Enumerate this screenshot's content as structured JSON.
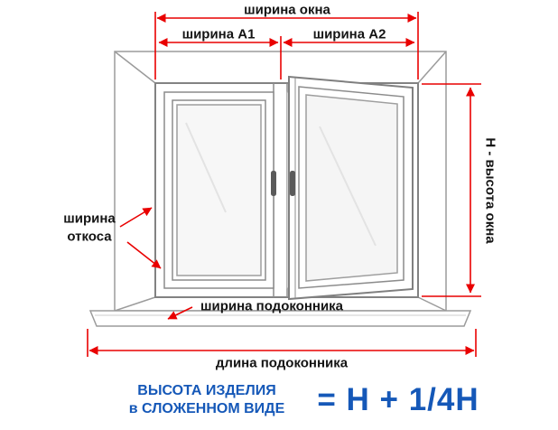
{
  "colors": {
    "dimension_red": "#e90000",
    "accent_blue": "#1558b8",
    "wall_line": "#9b9b9b",
    "frame_line": "#808080"
  },
  "labels": {
    "window_width": "ширина окна",
    "width_a1": "ширина А1",
    "width_a2": "ширина А2",
    "window_height": "Н - высота окна",
    "slope_width_line1": "ширина",
    "slope_width_line2": "откоса",
    "sill_width": "ширина подоконника",
    "sill_length": "длина подоконника"
  },
  "formula": {
    "caption_line1": "ВЫСОТА ИЗДЕЛИЯ",
    "caption_line2": "в СЛОЖЕННОМ ВИДЕ",
    "equation": "= Н + 1/4Н"
  }
}
